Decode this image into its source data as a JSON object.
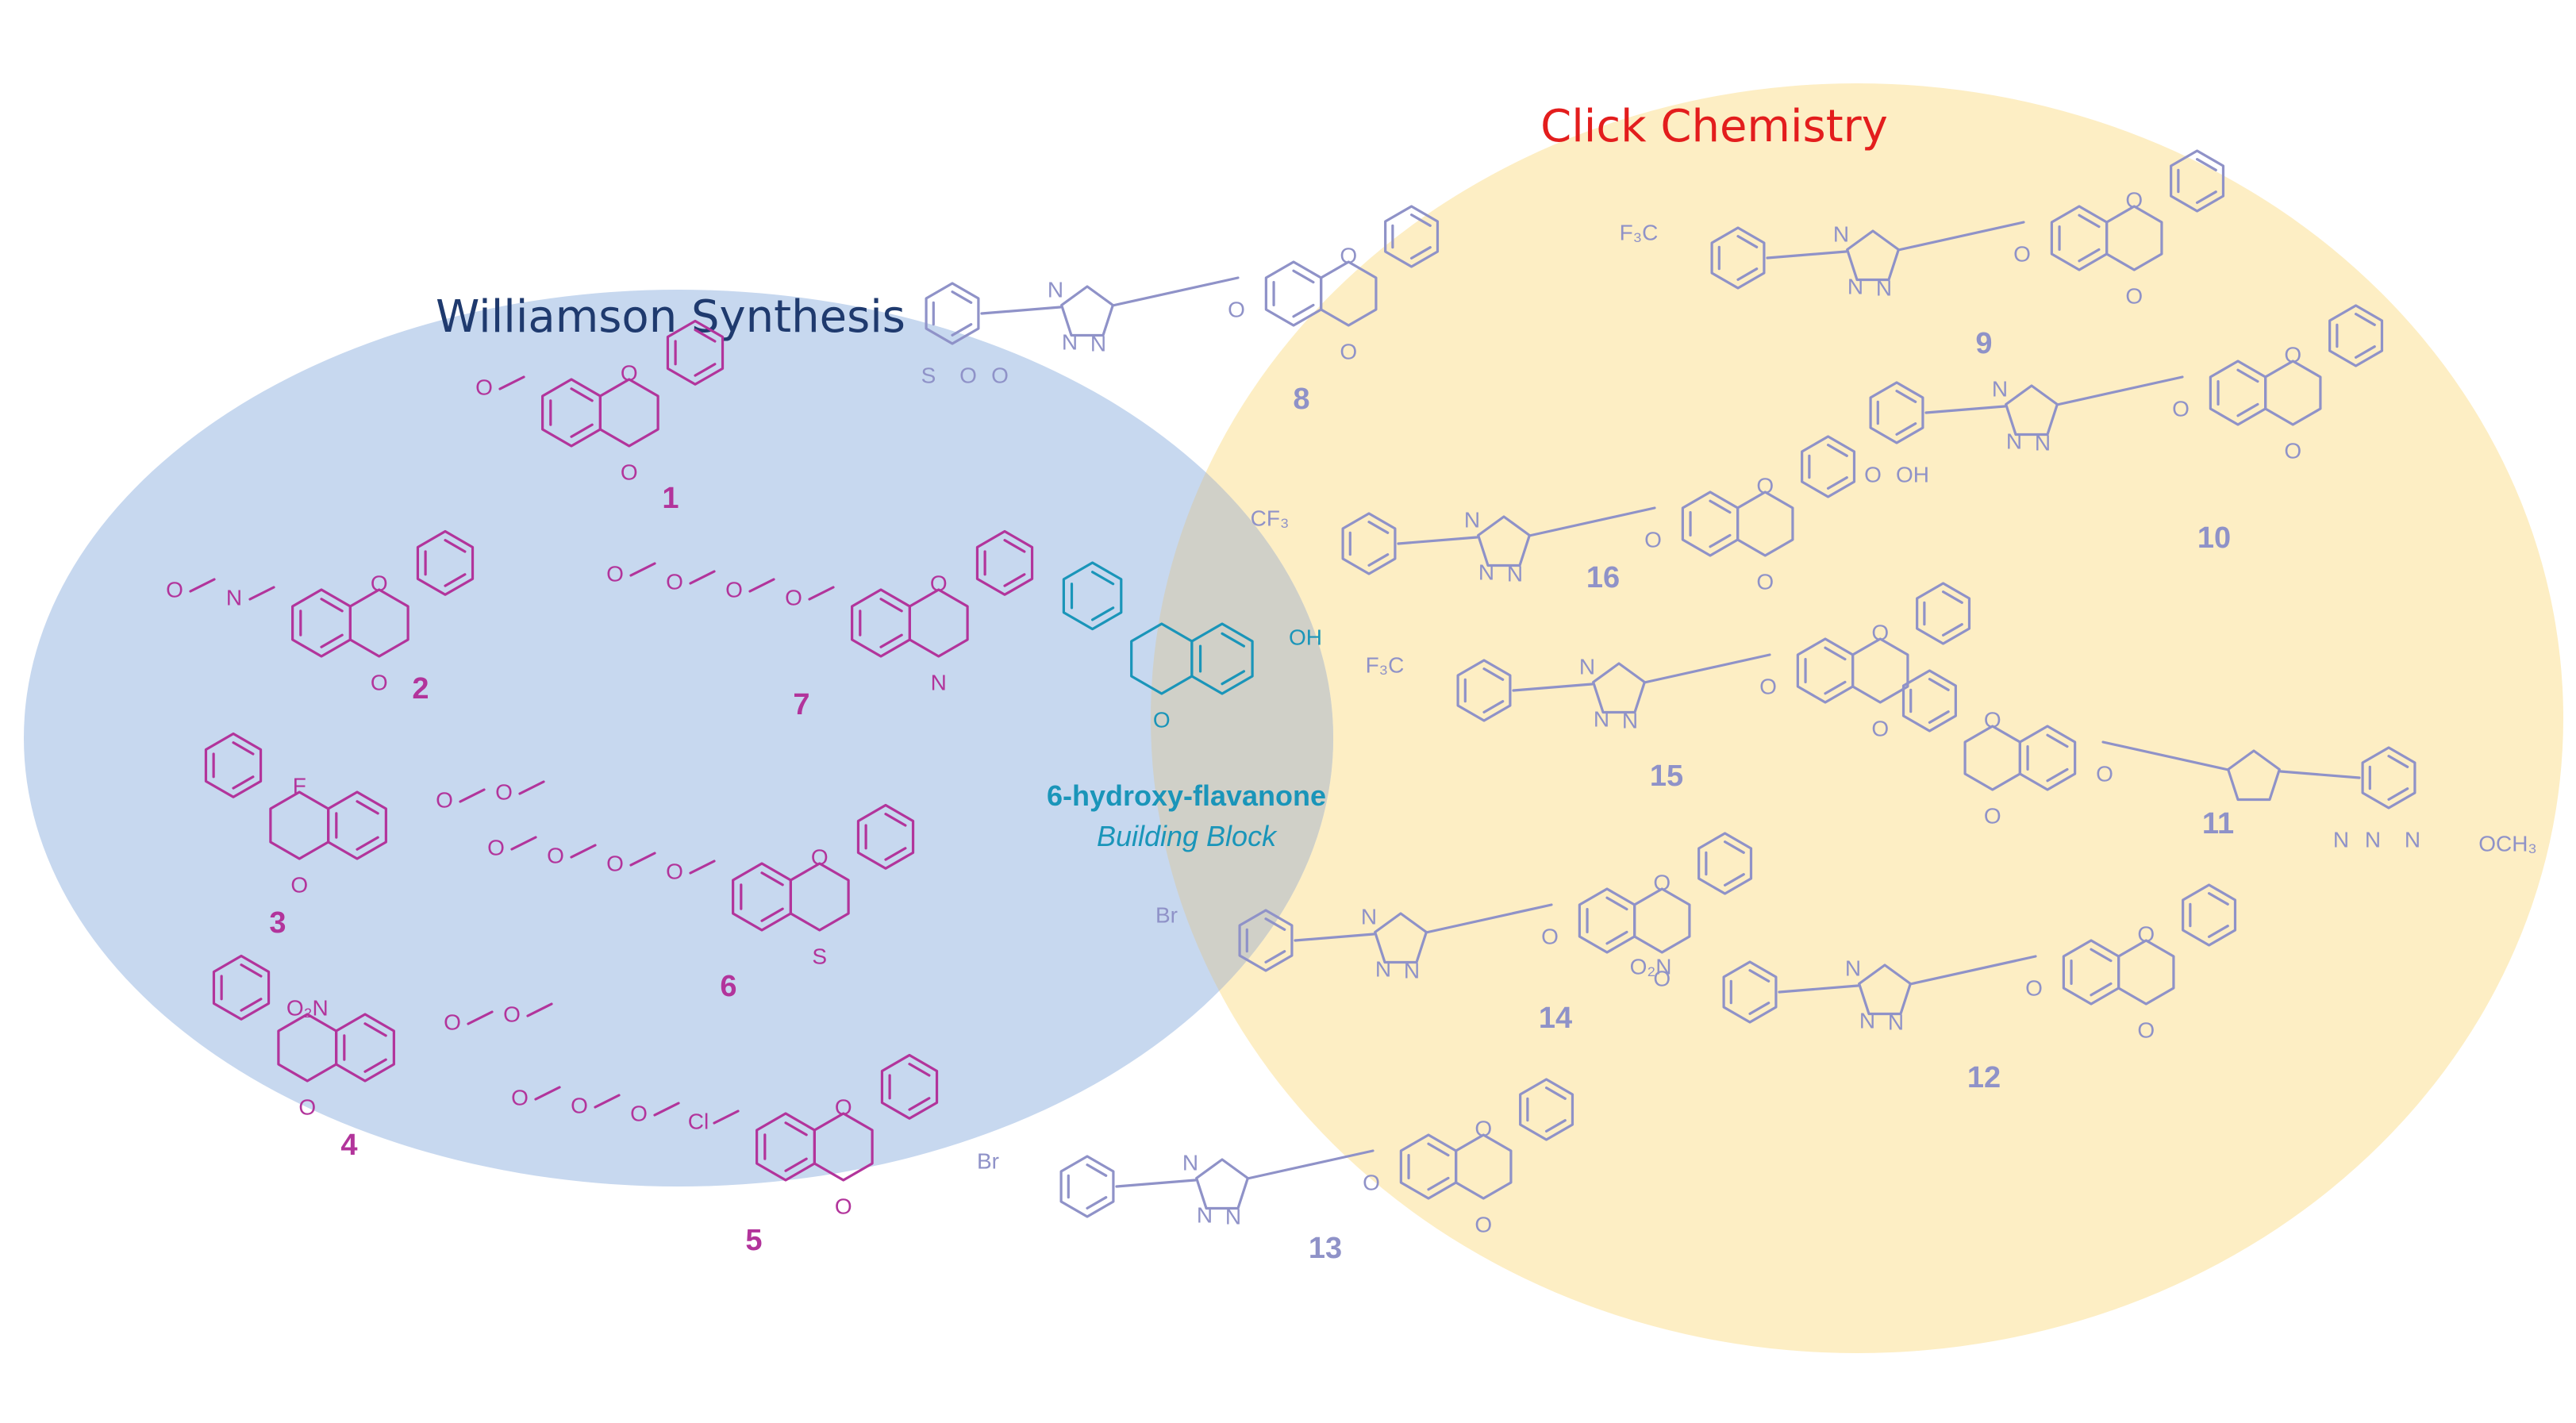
{
  "colors": {
    "williamson_fill": "#c7d8ef",
    "click_fill": "#fdeec4",
    "overlap_fill": "#d0d0c8",
    "williamson_title": "#1f3a6e",
    "click_title": "#e31d1d",
    "williamson_compounds": "#b2349b",
    "click_compounds": "#8f92c8",
    "building_block": "#1a95b9"
  },
  "sets": {
    "williamson": {
      "title": "Williamson Synthesis"
    },
    "click": {
      "title": "Click Chemistry"
    }
  },
  "building_block": {
    "name": "6-hydroxy-flavanone",
    "role": "Building Block",
    "substituent": "OH",
    "carbonyl": "O"
  },
  "williamson_compounds": [
    {
      "id": "1",
      "atoms": [
        "O",
        "O",
        "O"
      ]
    },
    {
      "id": "2",
      "atoms": [
        "O",
        "O",
        "N",
        "O"
      ]
    },
    {
      "id": "3",
      "atoms": [
        "F",
        "O",
        "O",
        "O"
      ]
    },
    {
      "id": "4",
      "atoms": [
        "O₂N",
        "O",
        "O",
        "O"
      ]
    },
    {
      "id": "5",
      "atoms": [
        "O",
        "O",
        "Cl",
        "O",
        "O",
        "O"
      ]
    },
    {
      "id": "6",
      "atoms": [
        "O",
        "S",
        "O",
        "O",
        "O",
        "O"
      ]
    },
    {
      "id": "7",
      "atoms": [
        "O",
        "N",
        "O",
        "O",
        "O",
        "O"
      ]
    }
  ],
  "click_compounds": [
    {
      "id": "8",
      "atoms": [
        "N",
        "N",
        "N",
        "O",
        "O",
        "O",
        "S",
        "O",
        "O"
      ]
    },
    {
      "id": "9",
      "atoms": [
        "F₃C",
        "N",
        "N",
        "N",
        "O",
        "O",
        "O"
      ]
    },
    {
      "id": "10",
      "atoms": [
        "N",
        "N",
        "N",
        "O",
        "O",
        "O",
        "O",
        "OH"
      ]
    },
    {
      "id": "11",
      "atoms": [
        "O",
        "O",
        "O",
        "N",
        "N",
        "N",
        "OCH₃"
      ]
    },
    {
      "id": "12",
      "atoms": [
        "O₂N",
        "N",
        "N",
        "N",
        "O",
        "O",
        "O"
      ]
    },
    {
      "id": "13",
      "atoms": [
        "Br",
        "N",
        "N",
        "N",
        "O",
        "O",
        "O"
      ]
    },
    {
      "id": "14",
      "atoms": [
        "Br",
        "N",
        "N",
        "N",
        "O",
        "O",
        "O"
      ]
    },
    {
      "id": "15",
      "atoms": [
        "F₃C",
        "N",
        "N",
        "N",
        "O",
        "O",
        "O"
      ]
    },
    {
      "id": "16",
      "atoms": [
        "CF₃",
        "N",
        "N",
        "N",
        "O",
        "O",
        "O"
      ]
    }
  ]
}
